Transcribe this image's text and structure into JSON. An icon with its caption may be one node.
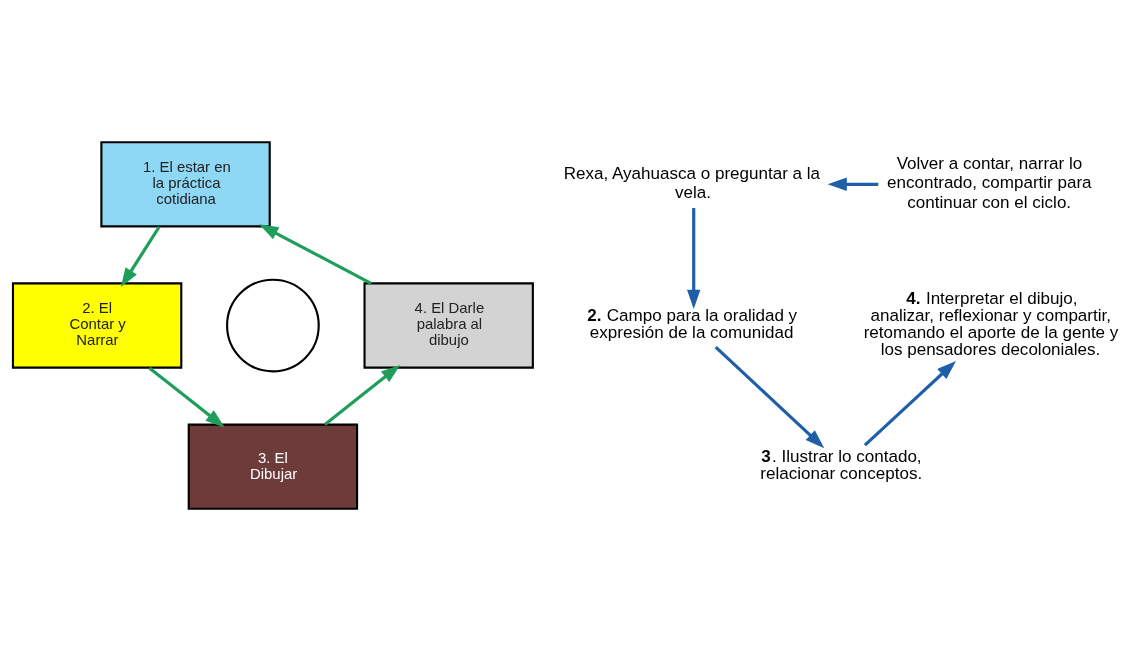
{
  "diagram": {
    "nodes": [
      {
        "text": [
          "1. El estar en la práctica cotidiana"
        ]
      },
      {
        "text": [
          "2. El Contar y Narrar"
        ]
      },
      {
        "text": [
          "3. El Dibujar"
        ]
      },
      {
        "text": [
          "4. El Darle palabra al dibujo"
        ]
      },
      {
        "text": [],
        "shape": "circle"
      },
      {
        "text": [
          "Rexa, Ayahuasca o preguntar a la vela."
        ]
      },
      {
        "text": [
          "Volver a contar, narrar lo encontrado, compartir para continuar con el ciclo."
        ]
      },
      {
        "text": [
          "**2.** Campo para la oralidad y expresión de la comunidad"
        ]
      },
      {
        "text": [
          "**3**. Ilustrar lo contado, relacionar conceptos."
        ]
      },
      {
        "text": [
          "**4.** Interpretar el dibujo, analizar, reflexionar y compartir, retomando el aporte de la gente y los pensadores decoloniales."
        ]
      }
    ],
    "edges": [
      {
        "from": 0,
        "to": 1,
        "arrow": "to",
        "color": "#1e9e5a"
      },
      {
        "from": 1,
        "to": 2,
        "arrow": "to",
        "color": "#1e9e5a"
      },
      {
        "from": 2,
        "to": 3,
        "arrow": "to",
        "color": "#1e9e5a"
      },
      {
        "from": 3,
        "to": 0,
        "arrow": "to",
        "color": "#1e9e5a"
      },
      {
        "from": 5,
        "to": 7,
        "arrow": "to",
        "color": "#1f5fa8"
      },
      {
        "from": 7,
        "to": 8,
        "arrow": "to",
        "color": "#1f5fa8"
      },
      {
        "from": 8,
        "to": 9,
        "arrow": "to",
        "color": "#1f5fa8"
      },
      {
        "from": 6,
        "to": 5,
        "arrow": "to",
        "color": "#1f5fa8"
      }
    ]
  }
}
